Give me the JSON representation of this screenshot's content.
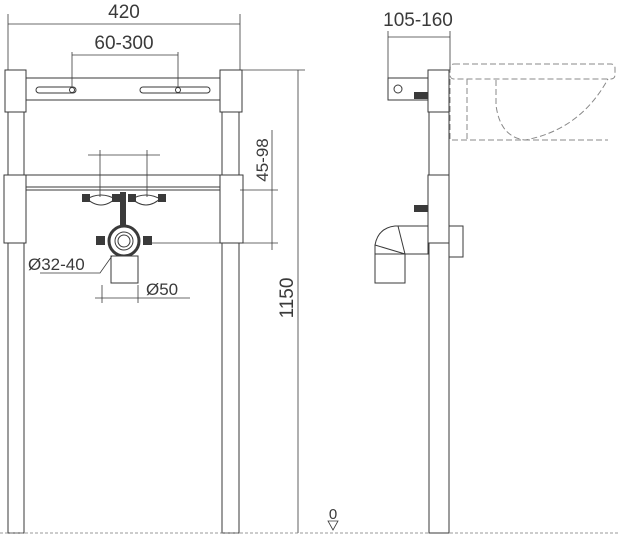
{
  "dimensions": {
    "frame_width": "420",
    "bracket_spacing": "60-300",
    "rail_offset": "45-98",
    "total_height": "1150",
    "drain_diameter": "Ø32-40",
    "outlet_diameter": "Ø50",
    "wall_distance": "105-160",
    "floor_level": "0"
  }
}
